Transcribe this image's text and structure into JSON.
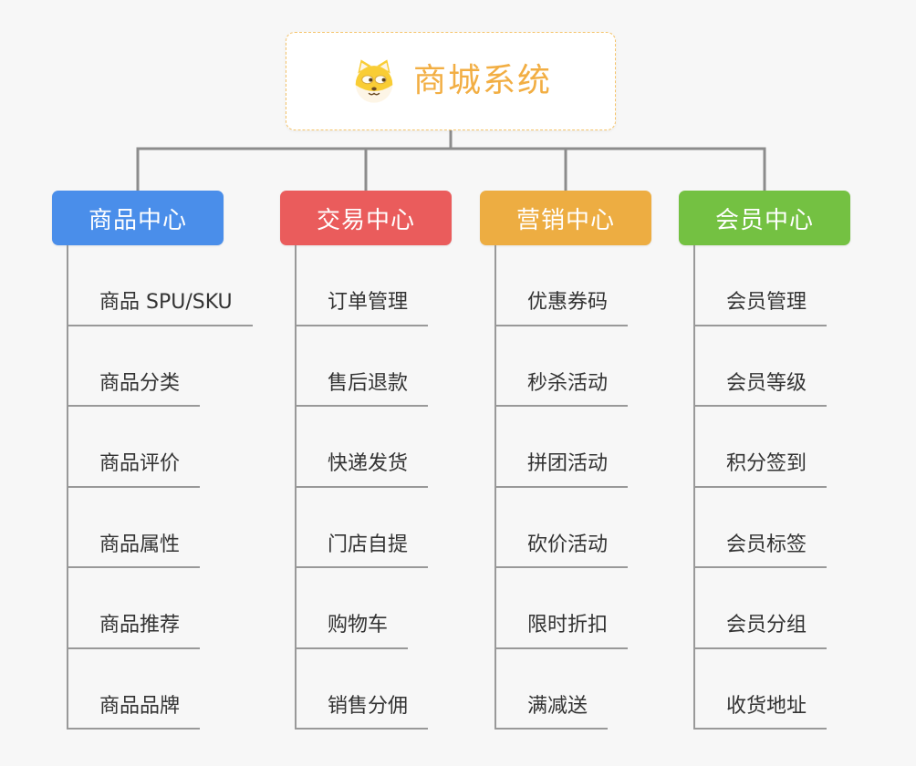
{
  "page": {
    "background_color": "#f7f7f7",
    "connector_color": "#8c8c8c",
    "underline_color": "#999999",
    "item_text_color": "#333333"
  },
  "root": {
    "title": "商城系统",
    "icon": "shiba-dog-icon",
    "text_color": "#f2ae43",
    "border_color": "#f5c46b"
  },
  "branches": [
    {
      "label": "商品中心",
      "color": "#4a8eea",
      "items": [
        "商品 SPU/SKU",
        "商品分类",
        "商品评价",
        "商品属性",
        "商品推荐",
        "商品品牌"
      ]
    },
    {
      "label": "交易中心",
      "color": "#ea5c5c",
      "items": [
        "订单管理",
        "售后退款",
        "快递发货",
        "门店自提",
        "购物车",
        "销售分佣"
      ]
    },
    {
      "label": "营销中心",
      "color": "#edad42",
      "items": [
        "优惠券码",
        "秒杀活动",
        "拼团活动",
        "砍价活动",
        "限时折扣",
        "满减送"
      ]
    },
    {
      "label": "会员中心",
      "color": "#74c142",
      "items": [
        "会员管理",
        "会员等级",
        "积分签到",
        "会员标签",
        "会员分组",
        "收货地址"
      ]
    }
  ]
}
